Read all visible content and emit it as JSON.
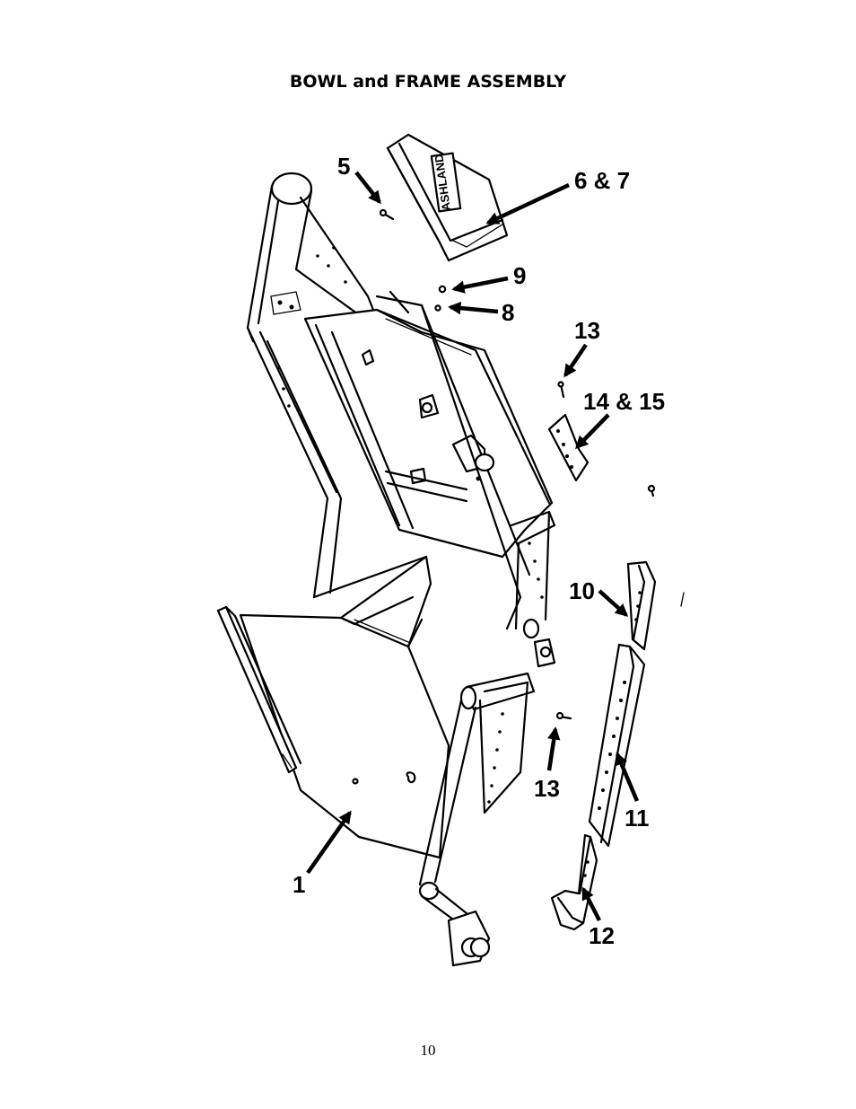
{
  "title": "BOWL and FRAME ASSEMBLY",
  "page_number": "10",
  "brand_logo_text": "ASHLAND",
  "callouts": [
    {
      "id": "c1",
      "label": "1"
    },
    {
      "id": "c5",
      "label": "5"
    },
    {
      "id": "c67",
      "label": "6 & 7"
    },
    {
      "id": "c8",
      "label": "8"
    },
    {
      "id": "c9",
      "label": "9"
    },
    {
      "id": "c10",
      "label": "10"
    },
    {
      "id": "c11",
      "label": "11"
    },
    {
      "id": "c12",
      "label": "12"
    },
    {
      "id": "c13a",
      "label": "13"
    },
    {
      "id": "c13b",
      "label": "13"
    },
    {
      "id": "c1415",
      "label": "14 & 15"
    }
  ]
}
